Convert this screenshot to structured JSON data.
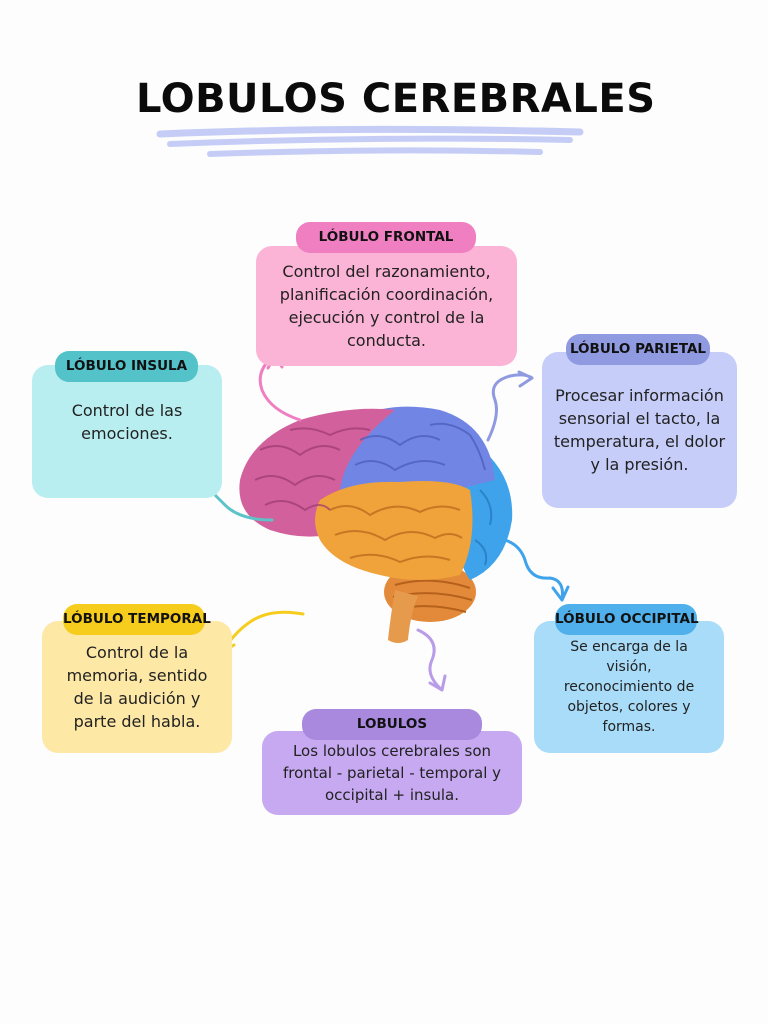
{
  "title": "LOBULOS CEREBRALES",
  "colors": {
    "frontal": "#fbb4d6",
    "frontal_pill": "#f07fc2",
    "insula": "#b9eef0",
    "insula_pill": "#53c2c9",
    "parietal": "#c6cdf8",
    "parietal_pill": "#8f9ae0",
    "temporal": "#fde8a6",
    "temporal_pill": "#f6cd1c",
    "occipital": "#a9dcf8",
    "occipital_pill": "#4fb0ec",
    "lobulos": "#c6a9f1",
    "lobulos_pill": "#a889dd"
  },
  "lobes": {
    "frontal": {
      "label": "LÓBULO FRONTAL",
      "text": "Control del razonamiento, planificación coordinación, ejecución y control de la conducta."
    },
    "insula": {
      "label": "LÓBULO INSULA",
      "text": "Control de las emociones."
    },
    "parietal": {
      "label": "LÓBULO PARIETAL",
      "text": "Procesar información sensorial el tacto, la temperatura, el dolor y la presión."
    },
    "temporal": {
      "label": "LÓBULO TEMPORAL",
      "text": "Control de la memoria, sentido de la audición y parte del habla."
    },
    "occipital": {
      "label": "LÓBULO OCCIPITAL",
      "text": "Se encarga de la visión, reconocimiento de objetos, colores y formas."
    },
    "lobulos": {
      "label": "LOBULOS",
      "text": "Los lobulos cerebrales son frontal - parietal - temporal y occipital + insula."
    }
  }
}
